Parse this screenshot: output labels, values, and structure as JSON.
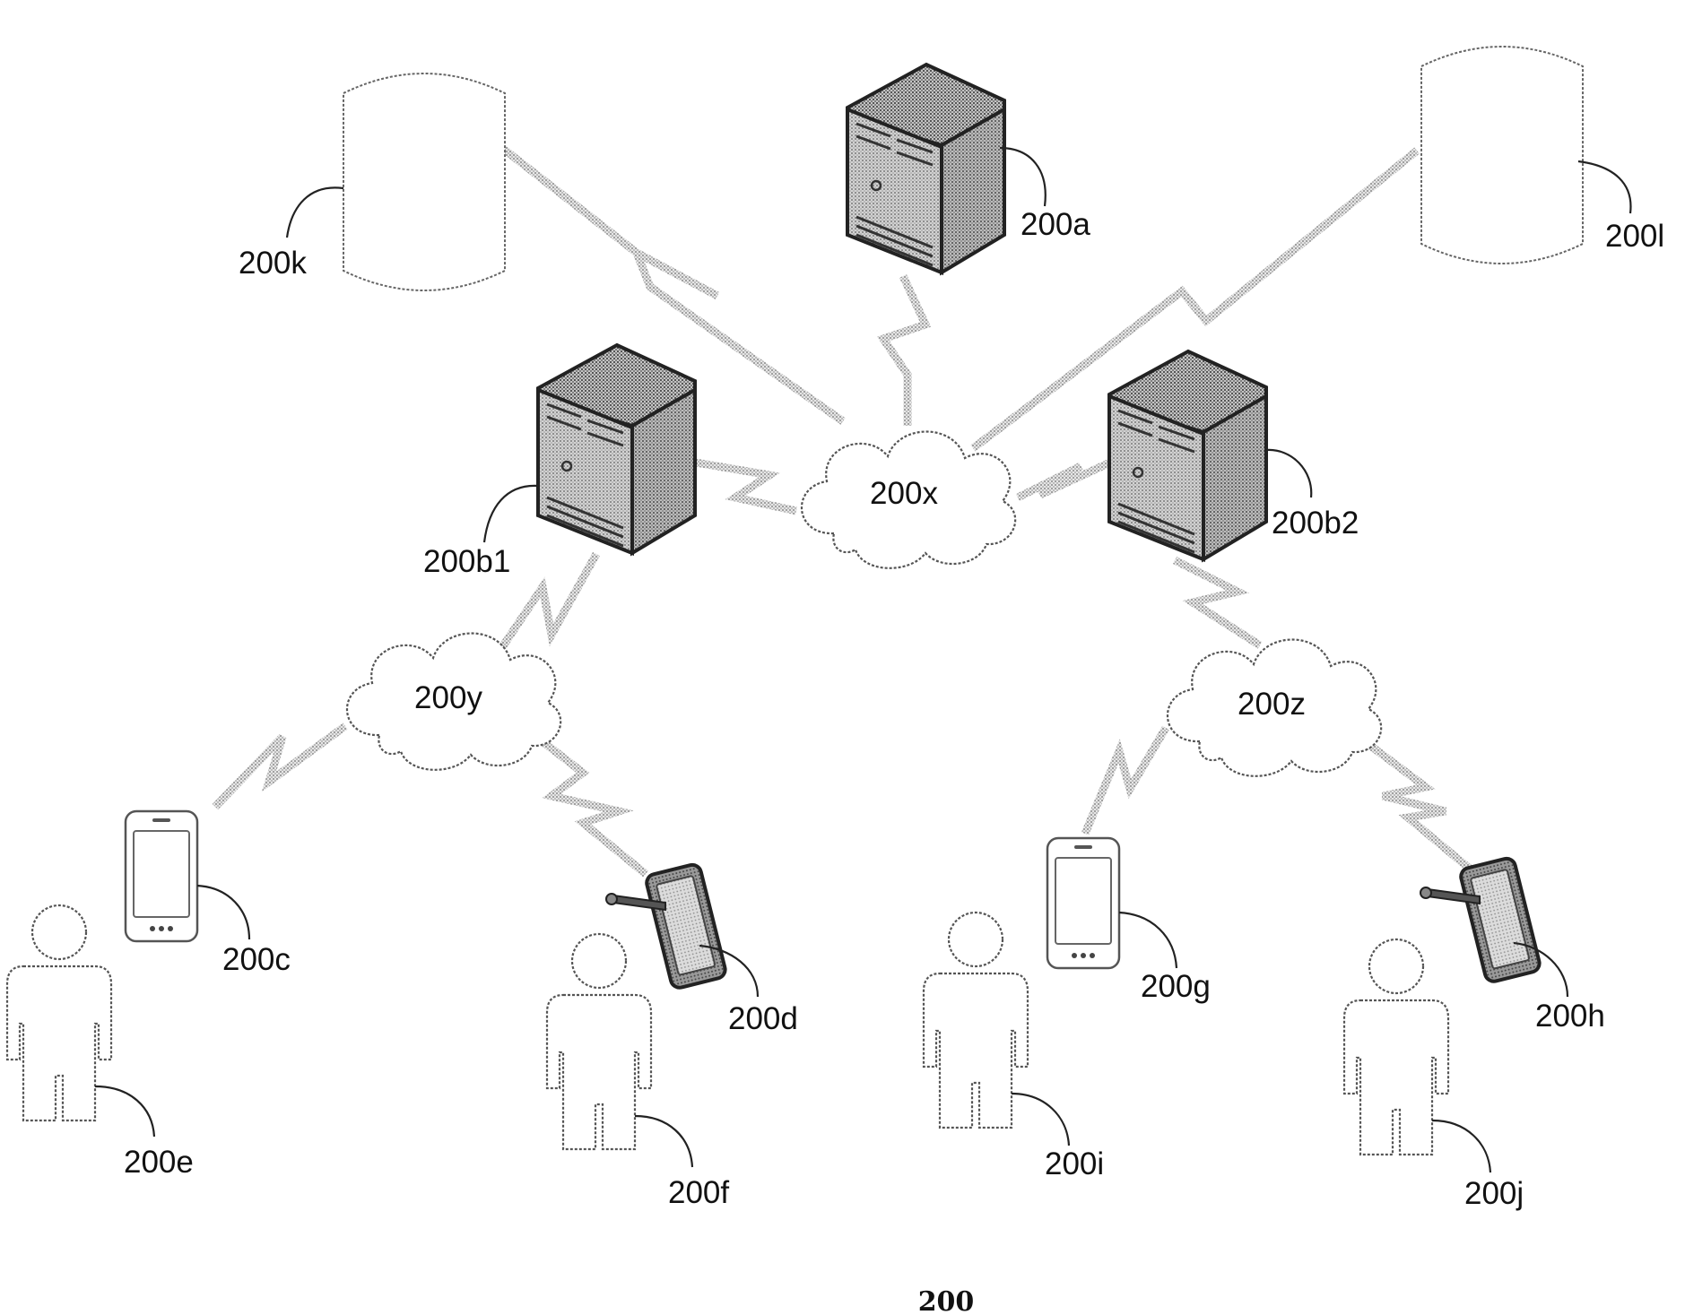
{
  "figure_label": "200",
  "networks": {
    "x": "200x",
    "y": "200y",
    "z": "200z"
  },
  "servers": {
    "a": "200a",
    "b1": "200b1",
    "b2": "200b2"
  },
  "databases": {
    "k": "200k",
    "l": "200l"
  },
  "devices": {
    "c": "200c",
    "d": "200d",
    "g": "200g",
    "h": "200h"
  },
  "users": {
    "e": "200e",
    "f": "200f",
    "i": "200i",
    "j": "200j"
  }
}
